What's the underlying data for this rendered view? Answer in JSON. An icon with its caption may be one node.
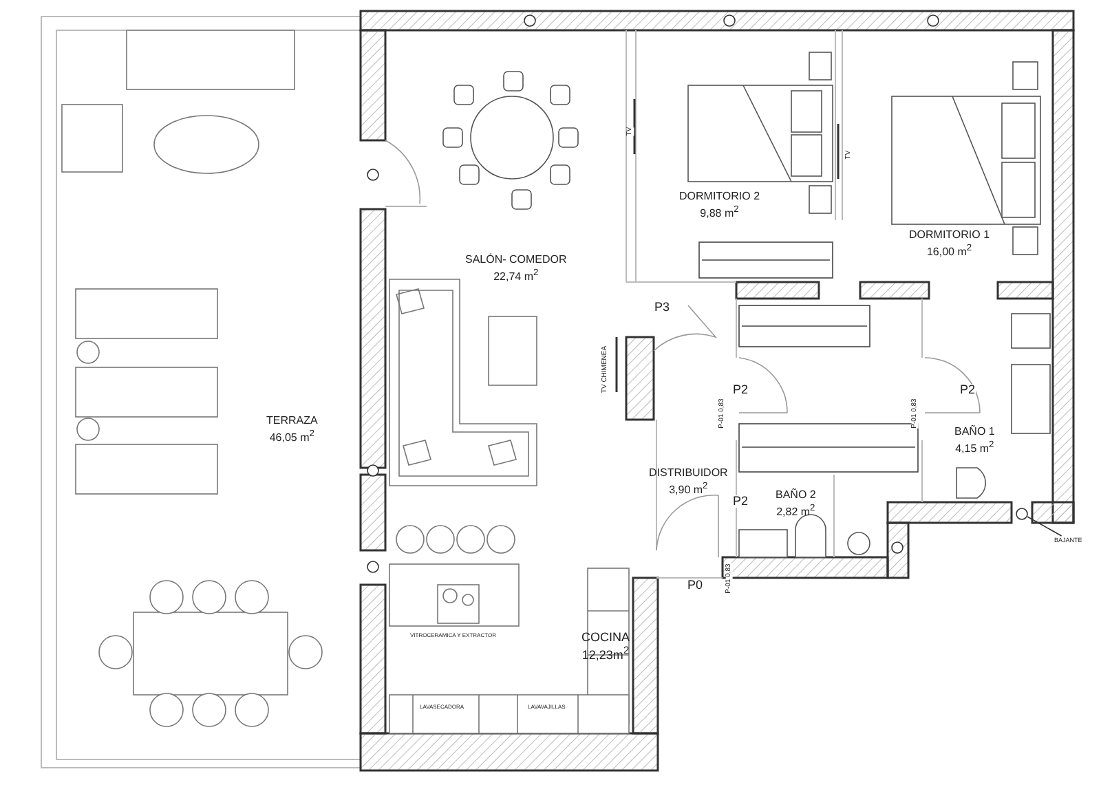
{
  "diagram": {
    "nodes": [
      {
        "text": [
          "TERRAZA",
          "46,05 m$^{2}$"
        ]
      },
      {
        "text": [
          "SALÓN- COMEDOR",
          "22,74 m$^{2}$"
        ]
      },
      {
        "text": [
          "DORMITORIO 2",
          "9,88 m$^{2}$"
        ]
      },
      {
        "text": [
          "DORMITORIO 1",
          "16,00 m$^{2}$"
        ]
      },
      {
        "text": [
          "BAÑO 1",
          "4,15 m$^{2}$"
        ]
      },
      {
        "text": [
          "DISTRIBUIDOR",
          "3,90 m$^{2}$"
        ]
      },
      {
        "text": [
          "BAÑO 2",
          "2,82 m$^{2}$"
        ]
      },
      {
        "text": [
          "COCINA",
          "12,23m$^{2}$"
        ]
      },
      {
        "text": [
          "BAJANTE"
        ]
      },
      {
        "text": [],
        "shape": "circle"
      }
    ],
    "edges": [
      {
        "from": 8,
        "to": 9,
        "arrow": "none"
      }
    ],
    "labels": [
      "TV",
      "TV",
      "TV CHIMENEA",
      "P3",
      "P2",
      "P-01 0,83",
      "P2",
      "P-01 0,83",
      "P2",
      "P0",
      "P-01 0,83",
      "VITROCERAMICA Y EXTRACTOR",
      "LAVASECADORA",
      "LAVAVAJILLAS"
    ]
  }
}
